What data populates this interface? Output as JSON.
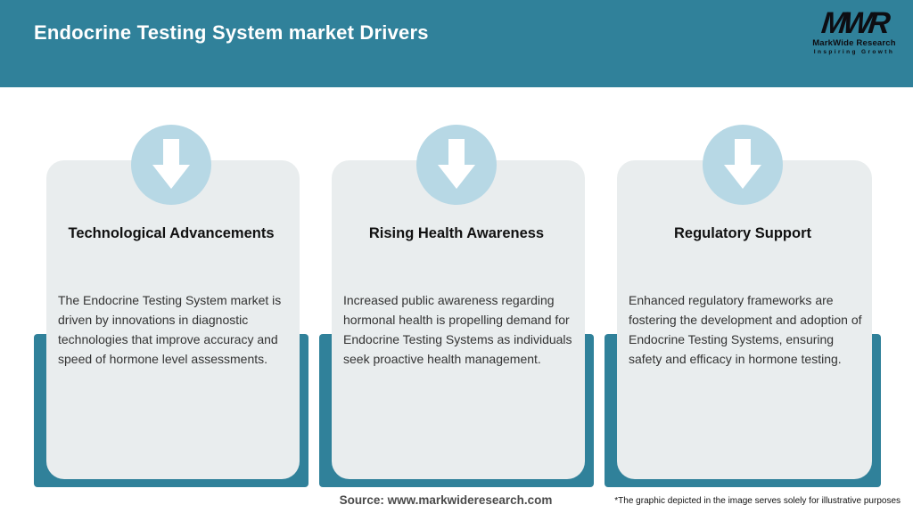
{
  "header": {
    "title": "Endocrine Testing System market Drivers",
    "logo": {
      "mark": "MWR",
      "name": "MarkWide Research",
      "tagline": "Inspiring Growth"
    }
  },
  "cards": [
    {
      "icon": "down-arrow-icon",
      "title": "Technological Advancements",
      "body": "The Endocrine Testing System market is driven by innovations in diagnostic technologies that improve accuracy and speed of hormone level assessments."
    },
    {
      "icon": "down-arrow-icon",
      "title": "Rising Health Awareness",
      "body": "Increased public awareness regarding hormonal health is propelling demand for Endocrine Testing Systems as individuals seek proactive health management."
    },
    {
      "icon": "down-arrow-icon",
      "title": "Regulatory Support",
      "body": "Enhanced regulatory frameworks are fostering the development and adoption of Endocrine Testing Systems, ensuring safety and efficacy in hormone testing."
    }
  ],
  "footer": {
    "source": "Source: www.markwideresearch.com",
    "disclaimer": "*The graphic depicted in the image serves solely for illustrative purposes"
  },
  "colors": {
    "header_teal": "#30819a",
    "backing_teal": "#30819a",
    "circle_blue": "#b7d8e5",
    "card_background": "#e9edee",
    "header_text": "#ffffff",
    "body_text": "#333333"
  }
}
